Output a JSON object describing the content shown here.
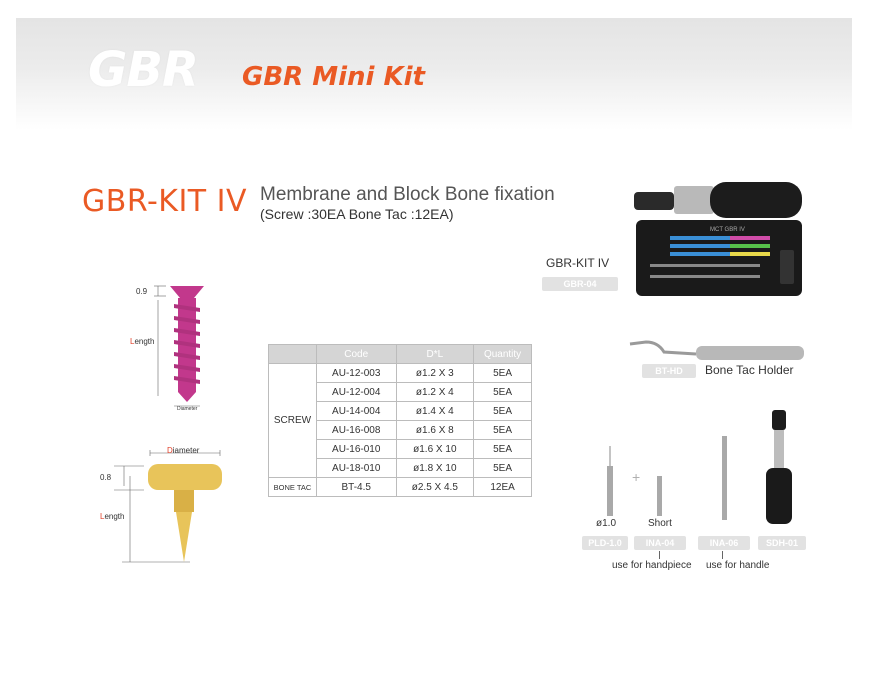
{
  "banner": {
    "logo": "GBR",
    "title": "GBR Mini Kit"
  },
  "kit": {
    "title": "GBR-KIT IV",
    "subtitle": "Membrane and Block Bone fixation",
    "detail": "(Screw :30EA   Bone Tac :12EA)"
  },
  "kit_box": {
    "label": "GBR-KIT IV",
    "code": "GBR-04",
    "lid_text": "MCT  GBR  IV"
  },
  "holder": {
    "code": "BT-HD",
    "label": "Bone Tac Holder"
  },
  "tools": {
    "pld_caption": "ø1.0",
    "ina04_caption": "Short",
    "pld_code": "PLD-1.0",
    "ina04_code": "INA-04",
    "ina06_code": "INA-06",
    "sdh_code": "SDH-01",
    "handpiece_note": "use for handpiece",
    "handle_note": "use for handle"
  },
  "screw_dims": {
    "head": "0.9",
    "length_accent": "L",
    "length_rest": "ength",
    "diameter": "Diameter"
  },
  "tac_dims": {
    "head": "0.8",
    "length_accent": "L",
    "length_rest": "ength",
    "diameter_accent": "D",
    "diameter_rest": "iameter"
  },
  "table": {
    "headers": [
      "",
      "Code",
      "D*L",
      "Quantity"
    ],
    "screw_group": "SCREW",
    "screw_rows": [
      [
        "AU-12-003",
        "ø1.2 X 3",
        "5EA"
      ],
      [
        "AU-12-004",
        "ø1.2 X 4",
        "5EA"
      ],
      [
        "AU-14-004",
        "ø1.4 X 4",
        "5EA"
      ],
      [
        "AU-16-008",
        "ø1.6 X 8",
        "5EA"
      ],
      [
        "AU-16-010",
        "ø1.6 X 10",
        "5EA"
      ],
      [
        "AU-18-010",
        "ø1.8 X 10",
        "5EA"
      ]
    ],
    "tac_group": "BONE TAC",
    "tac_row": [
      "BT-4.5",
      "ø2.5 X 4.5",
      "12EA"
    ]
  },
  "colors": {
    "accent": "#ea5a24",
    "screw": "#c2388c",
    "tac": "#e8c45a",
    "pill": "#e2e2e2"
  }
}
